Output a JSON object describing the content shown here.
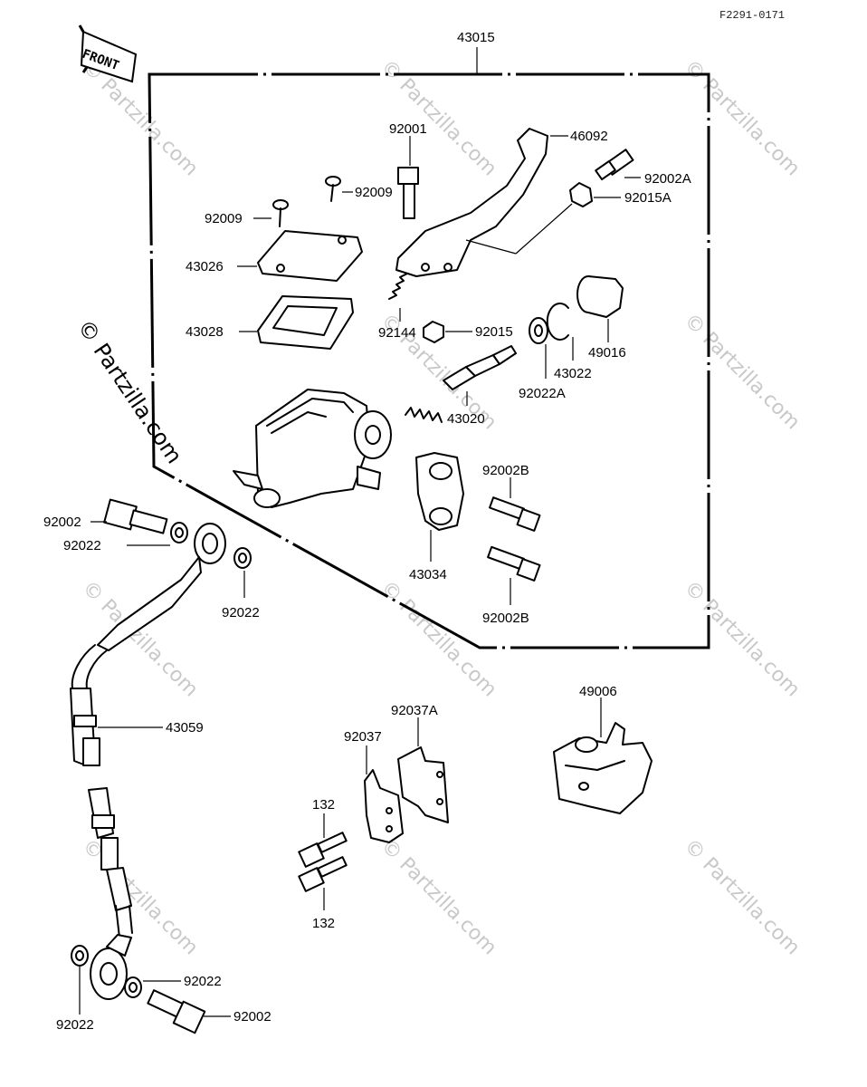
{
  "diagram_code": "F2291-0171",
  "front_label": "FRONT",
  "watermark": "© Partzilla.com",
  "labels": {
    "assembly": "43015",
    "lever": "46092",
    "pivot_bolt": "92001",
    "screw_a": "92009",
    "screw_b": "92009",
    "bolt_2a": "92002A",
    "nut_15a": "92015A",
    "cap": "43026",
    "diaphragm": "43028",
    "spring": "92144",
    "nut_15": "92015",
    "dust_boot": "49016",
    "washer_22a": "92022A",
    "circlip": "43022",
    "piston": "43020",
    "bolt_2b_top": "92002B",
    "bolt_2b_bottom": "92002B",
    "clamp": "43034",
    "banjo_bolt_top": "92002",
    "washer_top_a": "92022",
    "washer_top_b": "92022",
    "hose": "43059",
    "bracket_a": "92037A",
    "bracket": "92037",
    "bolt_132_top": "132",
    "bolt_132_bottom": "132",
    "cover": "49006",
    "washer_bottom_a": "92022",
    "washer_bottom_b": "92022",
    "banjo_bolt_bottom": "92002"
  }
}
